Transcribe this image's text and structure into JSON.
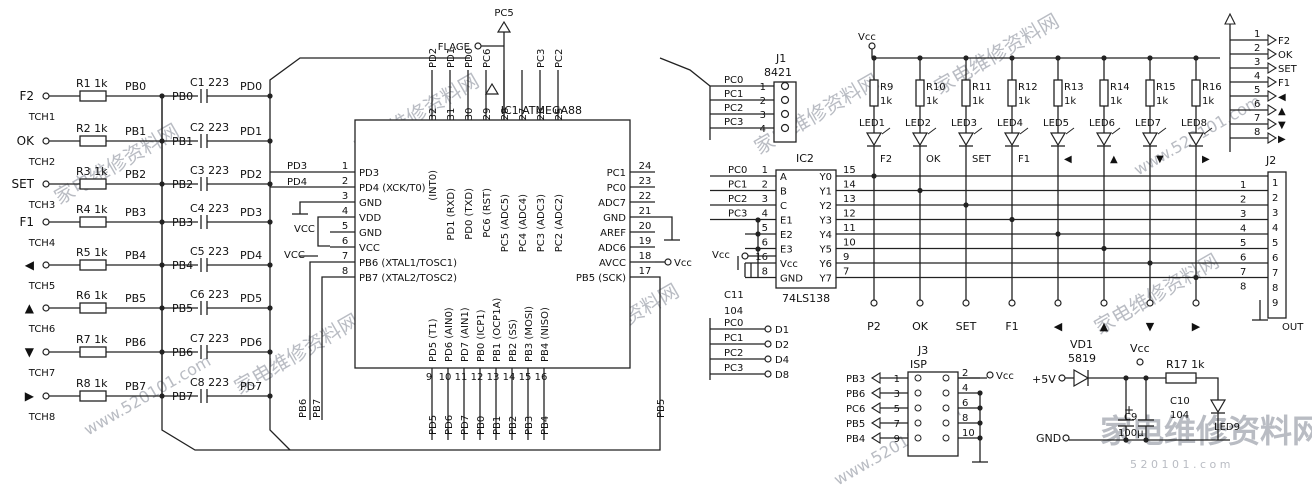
{
  "inputs": [
    {
      "key": "F2",
      "tch": "TCH1",
      "r": "R1",
      "rv": "1k",
      "pb": "PB0",
      "c": "C1",
      "cv": "223",
      "cpb": "PB0",
      "pd": "PD0"
    },
    {
      "key": "OK",
      "tch": "TCH2",
      "r": "R2",
      "rv": "1k",
      "pb": "PB1",
      "c": "C2",
      "cv": "223",
      "cpb": "PB1",
      "pd": "PD1"
    },
    {
      "key": "SET",
      "tch": "TCH3",
      "r": "R3",
      "rv": "1k",
      "pb": "PB2",
      "c": "C3",
      "cv": "223",
      "cpb": "PB2",
      "pd": "PD2"
    },
    {
      "key": "F1",
      "tch": "TCH4",
      "r": "R4",
      "rv": "1k",
      "pb": "PB3",
      "c": "C4",
      "cv": "223",
      "cpb": "PB3",
      "pd": "PD3"
    },
    {
      "key": "◀",
      "tch": "TCH5",
      "r": "R5",
      "rv": "1k",
      "pb": "PB4",
      "c": "C5",
      "cv": "223",
      "cpb": "PB4",
      "pd": "PD4"
    },
    {
      "key": "▲",
      "tch": "TCH6",
      "r": "R6",
      "rv": "1k",
      "pb": "PB5",
      "c": "C6",
      "cv": "223",
      "cpb": "PB5",
      "pd": "PD5"
    },
    {
      "key": "▼",
      "tch": "TCH7",
      "r": "R7",
      "rv": "1k",
      "pb": "PB6",
      "c": "C7",
      "cv": "223",
      "cpb": "PB6",
      "pd": "PD6"
    },
    {
      "key": "▶",
      "tch": "TCH8",
      "r": "R8",
      "rv": "1k",
      "pb": "PB7",
      "c": "C8",
      "cv": "223",
      "cpb": "PB7",
      "pd": "PD7"
    }
  ],
  "ic1": {
    "name": "IC1 ATMEGA88",
    "top_pins": [
      {
        "num": "32",
        "name": "(INT0)",
        "net": "PD2"
      },
      {
        "num": "31",
        "name": "PD1 (RXD)",
        "net": "PD1"
      },
      {
        "num": "30",
        "name": "PD0 (TXD)",
        "net": "PD0"
      },
      {
        "num": "29",
        "name": "PC6 (RST)",
        "net": "PC6"
      },
      {
        "num": "28",
        "name": "PC5 (ADC5)",
        "net": ""
      },
      {
        "num": "27",
        "name": "PC4 (ADC4)",
        "net": ""
      },
      {
        "num": "26",
        "name": "PC3 (ADC3)",
        "net": "PC3"
      },
      {
        "num": "25",
        "name": "PC2 (ADC2)",
        "net": "PC2"
      }
    ],
    "left_pins": [
      {
        "num": "1",
        "name": "PD3",
        "net": "PD3"
      },
      {
        "num": "2",
        "name": "PD4 (XCK/T0)",
        "net": "PD4"
      },
      {
        "num": "3",
        "name": "GND",
        "net": ""
      },
      {
        "num": "4",
        "name": "VDD",
        "net": "VCC"
      },
      {
        "num": "5",
        "name": "GND",
        "net": ""
      },
      {
        "num": "6",
        "name": "VCC",
        "net": "VCC"
      },
      {
        "num": "7",
        "name": "PB6 (XTAL1/TOSC1)",
        "net": ""
      },
      {
        "num": "8",
        "name": "PB7 (XTAL2/TOSC2)",
        "net": ""
      }
    ],
    "right_pins": [
      {
        "num": "24",
        "name": "PC1",
        "net": "PC1"
      },
      {
        "num": "23",
        "name": "PC0",
        "net": "PC0"
      },
      {
        "num": "22",
        "name": "ADC7",
        "net": ""
      },
      {
        "num": "21",
        "name": "GND",
        "net": ""
      },
      {
        "num": "20",
        "name": "AREF",
        "net": ""
      },
      {
        "num": "19",
        "name": "ADC6",
        "net": ""
      },
      {
        "num": "18",
        "name": "AVCC",
        "net": "Vcc"
      },
      {
        "num": "17",
        "name": "PB5 (SCK)",
        "net": ""
      }
    ],
    "bottom_pins": [
      {
        "num": "9",
        "name": "PD5 (T1)",
        "net": "PD5"
      },
      {
        "num": "10",
        "name": "PD6 (AIN0)",
        "net": "PD6"
      },
      {
        "num": "11",
        "name": "PD7 (AIN1)",
        "net": "PD7"
      },
      {
        "num": "12",
        "name": "PB0 (ICP1)",
        "net": "PB0"
      },
      {
        "num": "13",
        "name": "PB1 (OCP1A)",
        "net": "PB1"
      },
      {
        "num": "14",
        "name": "PB2 (SS)",
        "net": "PB2"
      },
      {
        "num": "15",
        "name": "PB3 (MOSI)",
        "net": "PB3"
      },
      {
        "num": "16",
        "name": "PB4 (NISO)",
        "net": "PB4"
      }
    ]
  },
  "misc": {
    "flage": "FLAGE",
    "pc5": "PC5",
    "pc6": "PC6",
    "vcc": "VCC",
    "vcc_lower": "Vcc",
    "pb5": "PB5",
    "pb6": "PB6",
    "pb7": "PB7"
  },
  "j1": {
    "name": "J1",
    "code": "8421",
    "nets": [
      "PC0",
      "PC1",
      "PC2",
      "PC3"
    ],
    "pins": [
      "1",
      "2",
      "3",
      "4"
    ]
  },
  "ic2": {
    "name": "IC2",
    "part": "74LS138",
    "left": [
      {
        "num": "1",
        "pin": "A",
        "net": "PC0"
      },
      {
        "num": "2",
        "pin": "B",
        "net": "PC1"
      },
      {
        "num": "3",
        "pin": "C",
        "net": "PC2"
      },
      {
        "num": "4",
        "pin": "E1",
        "net": "PC3"
      },
      {
        "num": "5",
        "pin": "E2",
        "net": ""
      },
      {
        "num": "6",
        "pin": "E3",
        "net": ""
      },
      {
        "num": "16",
        "pin": "Vcc",
        "net": ""
      },
      {
        "num": "8",
        "pin": "GND",
        "net": ""
      }
    ],
    "right": [
      {
        "num": "15",
        "pin": "Y0"
      },
      {
        "num": "14",
        "pin": "Y1"
      },
      {
        "num": "13",
        "pin": "Y2"
      },
      {
        "num": "12",
        "pin": "Y3"
      },
      {
        "num": "11",
        "pin": "Y4"
      },
      {
        "num": "10",
        "pin": "Y5"
      },
      {
        "num": "9",
        "pin": "Y6"
      },
      {
        "num": "7",
        "pin": "Y7"
      }
    ],
    "c11": "C11",
    "c11v": "104"
  },
  "d_outs": [
    {
      "net": "PC0",
      "label": "D1"
    },
    {
      "net": "PC1",
      "label": "D2"
    },
    {
      "net": "PC2",
      "label": "D4"
    },
    {
      "net": "PC3",
      "label": "D8"
    }
  ],
  "leds": [
    {
      "r": "R9",
      "rv": "1k",
      "led": "LED1",
      "label": "F2",
      "bottom": "P2"
    },
    {
      "r": "R10",
      "rv": "1k",
      "led": "LED2",
      "label": "OK",
      "bottom": "OK"
    },
    {
      "r": "R11",
      "rv": "1k",
      "led": "LED3",
      "label": "SET",
      "bottom": "SET"
    },
    {
      "r": "R12",
      "rv": "1k",
      "led": "LED4",
      "label": "F1",
      "bottom": "F1"
    },
    {
      "r": "R13",
      "rv": "1k",
      "led": "LED5",
      "label": "◀",
      "bottom": "◀"
    },
    {
      "r": "R14",
      "rv": "1k",
      "led": "LED6",
      "label": "▲",
      "bottom": "▲"
    },
    {
      "r": "R15",
      "rv": "1k",
      "led": "LED7",
      "label": "▼",
      "bottom": "▼"
    },
    {
      "r": "R16",
      "rv": "1k",
      "led": "LED8",
      "label": "▶",
      "bottom": "▶"
    }
  ],
  "led_vcc": "Vcc",
  "top_right": {
    "pins": [
      "1",
      "2",
      "3",
      "4",
      "5",
      "6",
      "7",
      "8"
    ],
    "labels": [
      "F2",
      "OK",
      "SET",
      "F1",
      "◀",
      "▲",
      "▼",
      "▶"
    ]
  },
  "j2": {
    "name": "J2",
    "pins": [
      "1",
      "2",
      "3",
      "4",
      "5",
      "6",
      "7",
      "8",
      "9"
    ],
    "rows": [
      "1",
      "2",
      "3",
      "4",
      "5",
      "6",
      "7",
      "8"
    ],
    "out": "OUT"
  },
  "j3": {
    "name": "J3",
    "sub": "ISP",
    "left": [
      {
        "net": "PB3",
        "num": "1"
      },
      {
        "net": "PB6",
        "num": "3"
      },
      {
        "net": "PC6",
        "num": "5"
      },
      {
        "net": "PB5",
        "num": "7"
      },
      {
        "net": "PB4",
        "num": "9"
      }
    ],
    "right": [
      "2",
      "4",
      "6",
      "8",
      "10"
    ],
    "vcc": "Vcc"
  },
  "power": {
    "v5": "+5V",
    "vd": "VD1",
    "vdv": "5819",
    "vcc": "Vcc",
    "r17": "R17",
    "r17v": "1k",
    "c9": "C9",
    "c9v": "100μ",
    "c10": "C10",
    "c10v": "104",
    "led9": "LED9",
    "gnd": "GND"
  },
  "watermark": {
    "cn": "家电维修资料网",
    "url": "www.520101.com",
    "url2": "5 2 0 1 0 1 . c o m"
  }
}
